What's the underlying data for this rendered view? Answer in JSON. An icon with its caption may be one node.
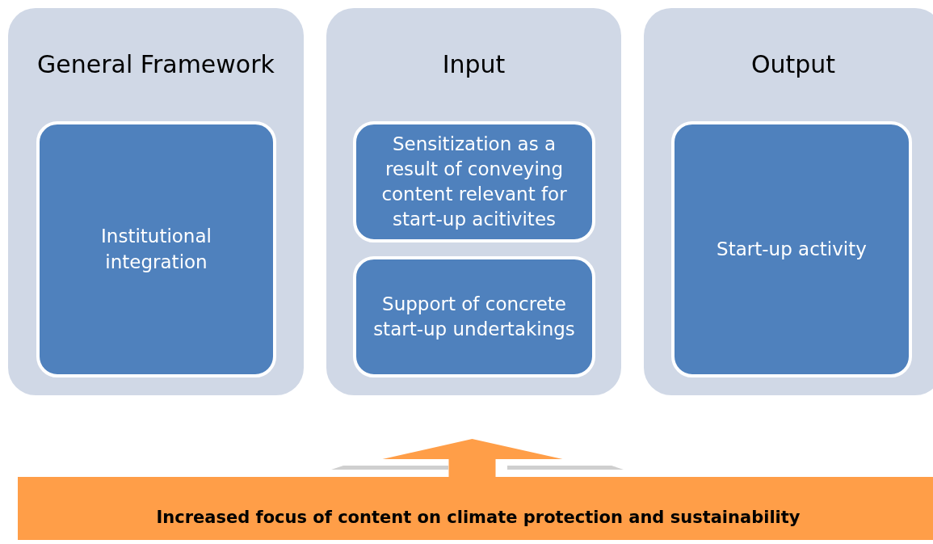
{
  "diagram": {
    "nodes": [
      {
        "text": [
          "General Framework"
        ]
      },
      {
        "text": [
          "Institutional integration"
        ],
        "in": 0
      },
      {
        "text": [
          "Input"
        ]
      },
      {
        "text": [
          "Sensitization as a result of conveying content relevant for start-up acitivites"
        ],
        "in": 2
      },
      {
        "text": [
          "Support of concrete start-up undertakings"
        ],
        "in": 2
      },
      {
        "text": [
          "Output"
        ]
      },
      {
        "text": [
          "Start-up activity"
        ],
        "in": 5
      },
      {
        "text": [
          "Increased focus of content on climate protection and sustainability"
        ]
      }
    ],
    "edges": [
      {
        "from": 7,
        "to": 2,
        "arrow": "to"
      }
    ]
  }
}
